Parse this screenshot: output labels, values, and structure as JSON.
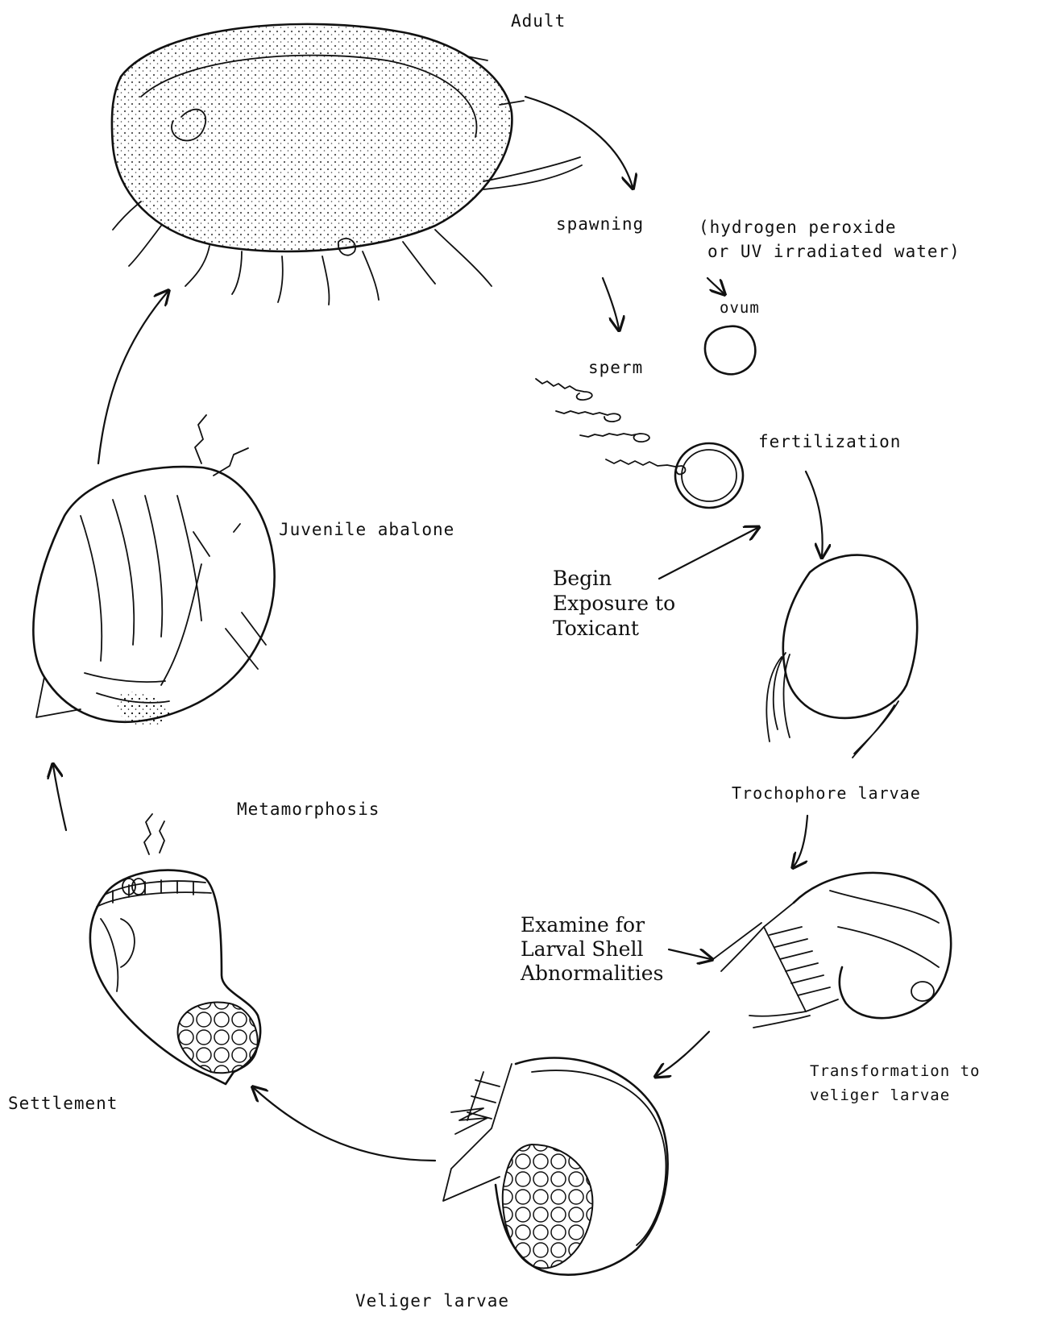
{
  "stages": {
    "adult": "Adult",
    "spawning": "spawning",
    "note_line1": "(hydrogen peroxide",
    "note_line2": "or UV irradiated water)",
    "ovum": "ovum",
    "sperm": "sperm",
    "fertilization": "fertilization",
    "exposure_line1": "Begin",
    "exposure_line2": "Exposure to",
    "exposure_line3": "Toxicant",
    "trochophore": "Trochophore larvae",
    "examine_line1": "Examine for",
    "examine_line2": "Larval Shell",
    "examine_line3": "Abnormalities",
    "transformation_line1": "Transformation to",
    "transformation_line2": "veliger larvae",
    "veliger": "Veliger larvae",
    "settlement": "Settlement",
    "metamorphosis": "Metamorphosis",
    "juvenile": "Juvenile abalone"
  }
}
